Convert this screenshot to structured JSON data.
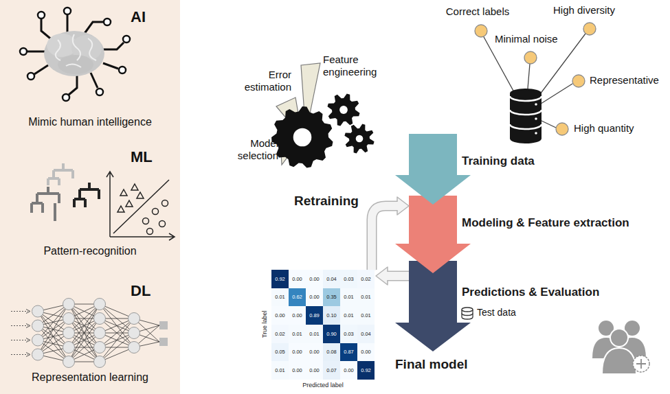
{
  "diagram": {
    "nodes": [
      {
        "text": [
          "AI",
          "Mimic human intelligence",
          "ML",
          "Pattern-recognition",
          "DL",
          "Representation learning"
        ]
      },
      {
        "text": [
          "Retraining"
        ]
      },
      {
        "text": [
          "Training data"
        ]
      },
      {
        "text": [
          "Modeling & Feature extraction"
        ]
      },
      {
        "text": [
          "Predictions & Evaluation",
          "Test data",
          "Final model"
        ]
      },
      {
        "text": [
          "True label",
          "Predicted label"
        ]
      }
    ],
    "edges": [
      {
        "from": 4,
        "to": 5,
        "arrow": "to"
      },
      {
        "from": 5,
        "to": 3,
        "arrow": "to"
      }
    ],
    "labels": [
      "Model selection",
      "Error estimation",
      "Feature engineering",
      "Correct labels",
      "Minimal noise",
      "High diversity",
      "Representative",
      "High quantity",
      "0.92",
      "0.00",
      "0.00",
      "0.04",
      "0.03",
      "0.02",
      "0.01",
      "0.62",
      "0.00",
      "0.35",
      "0.01",
      "0.01",
      "0.00",
      "0.00",
      "0.89",
      "0.10",
      "0.01",
      "0.01",
      "0.02",
      "0.01",
      "0.01",
      "0.90",
      "0.03",
      "0.04",
      "0.05",
      "0.00",
      "0.00",
      "0.08",
      "0.87",
      "0.00",
      "0.01",
      "0.00",
      "0.00",
      "0.07",
      "0.00",
      "0.92"
    ]
  }
}
